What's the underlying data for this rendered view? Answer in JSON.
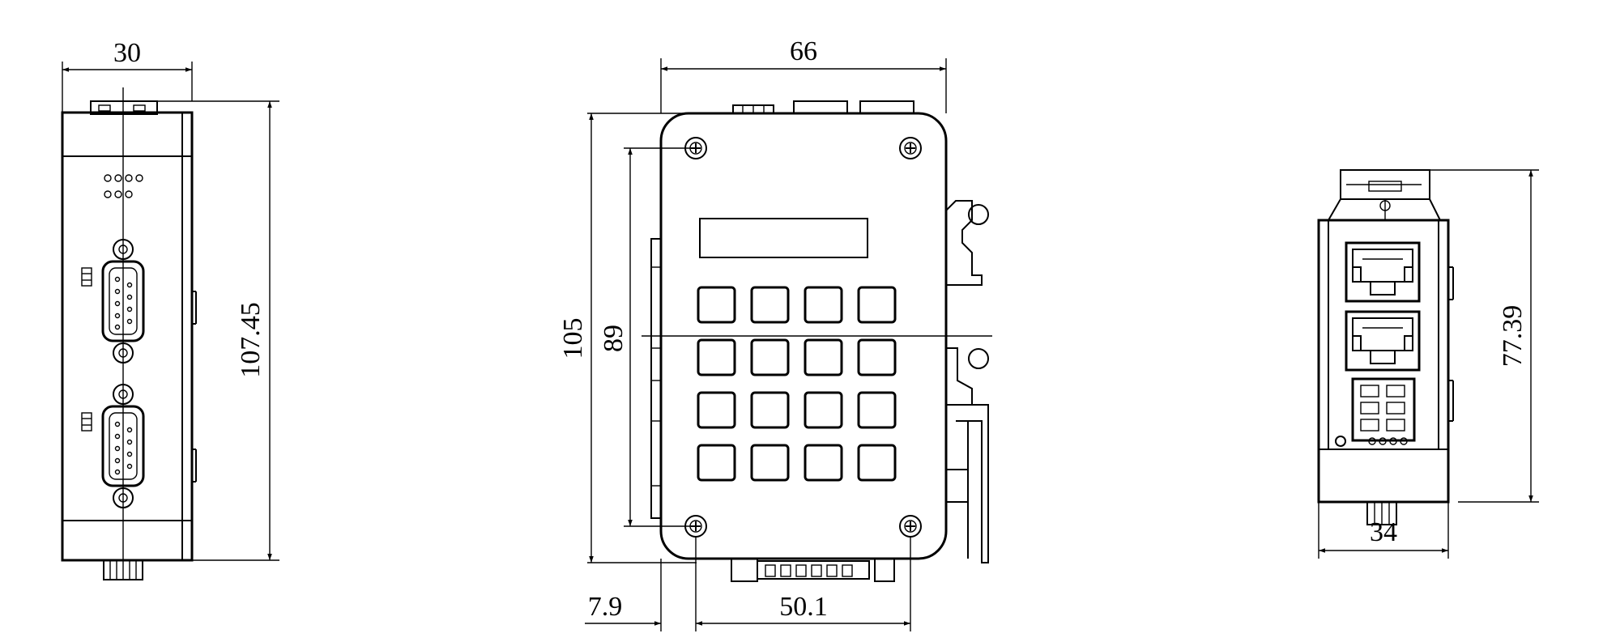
{
  "dimensions": {
    "side_width": "30",
    "side_height": "107.45",
    "front_width": "66",
    "front_height": "105",
    "front_hole_spacing": "89",
    "front_edge_offset": "7.9",
    "front_hole_span": "50.1",
    "rear_height": "77.39",
    "rear_width": "34"
  }
}
